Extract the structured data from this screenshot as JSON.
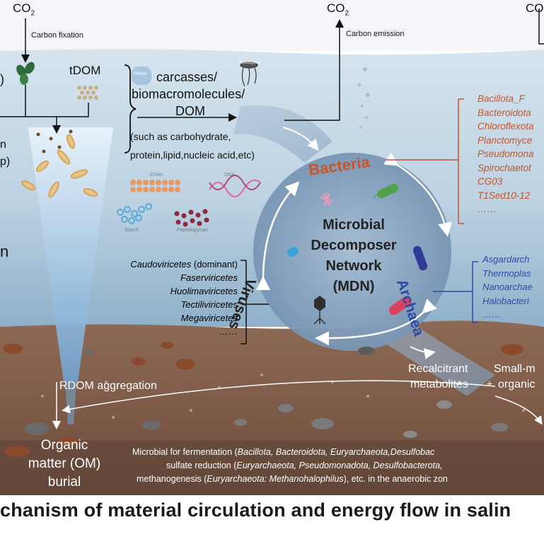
{
  "carbon": {
    "co2_left": "CO",
    "co2_mid": "CO",
    "co2_right": "CO",
    "subscript": "2",
    "fixation": "Carbon fixation",
    "emission": "Carbon emission"
  },
  "organic_sources": {
    "tdom": "tDOM",
    "carcasses_line1": "carcasses/",
    "carcasses_line2": "biomacromolecules/",
    "carcasses_line3": "DOM",
    "examples_line1": "(such as carbohydrate,",
    "examples_line2": "protein,lipid,nucleic acid,etc)",
    "left_partial_1": ")",
    "left_partial_2": "n",
    "left_partial_3": "p)",
    "left_partial_4": "n"
  },
  "icons": {
    "protein": "Protein",
    "peptidoglycan_top": "Peptidoglycan",
    "chitin": "Chitin",
    "dna": "DNA",
    "starch": "Starch",
    "peptidoglycan": "Peptidoglycan"
  },
  "network": {
    "line1": "Microbial",
    "line2": "Decomposer",
    "line3": "Network",
    "line4": "(MDN)",
    "bacteria": "Bacteria",
    "archaea": "Archaea",
    "viruses": "Viruses"
  },
  "bacteria_taxa": [
    "Bacillota_F",
    "Bacteroidota",
    "Chloroflexota",
    "Planctomyce",
    "Pseudomona",
    "Spirochaetot",
    "CG03",
    "T1Sed10-12",
    "……"
  ],
  "archaea_taxa": [
    "Asgardarch",
    "Thermoplas",
    "Nanoarchae",
    "Halobacteri",
    "……"
  ],
  "virus_taxa": [
    {
      "name": "Caudoviricetes",
      "suffix": " (dominant)"
    },
    {
      "name": "Faserviricetes",
      "suffix": ""
    },
    {
      "name": "Huolimaviricetes",
      "suffix": ""
    },
    {
      "name": "Tectiliviricetes",
      "suffix": ""
    },
    {
      "name": "Megaviricetes",
      "suffix": ""
    },
    {
      "name": "……",
      "suffix": ""
    }
  ],
  "sediment": {
    "rdom": "RDOM aggregation",
    "recalcitrant_1": "Recalcitrant",
    "recalcitrant_2": "metabolites",
    "plus": "+",
    "small_1": "Small-m",
    "small_2": "organic",
    "om_1": "Organic",
    "om_2": "matter (OM)",
    "om_3": "burial",
    "ferm_line1_pre": "Microbial for fermentation (",
    "ferm_line1_taxa": "Bacillota, Bacteroidota, Euryarchaeota,Desulfobac",
    "ferm_line2_pre": "sulfate reduction (",
    "ferm_line2_taxa": "Euryarchaeota, Pseudomonadota, Desulfobacterota,",
    "ferm_line3_pre": "methanogenesis (",
    "ferm_line3_taxa": "Euryarchaeota: Methanohalophilus",
    "ferm_line3_post": "), etc. in the anaerobic zon"
  },
  "title": "chanism of material circulation and energy flow in salin",
  "colors": {
    "sky": "#f4f6f9",
    "water_top": "#c7dbe8",
    "water_bottom": "#8fb0c9",
    "sediment": "#7c5a48",
    "sediment_dark": "#5f4437",
    "bacteria": "#c4562c",
    "archaea": "#2c4aa3",
    "mdn_circle": "#7e9cbb"
  }
}
